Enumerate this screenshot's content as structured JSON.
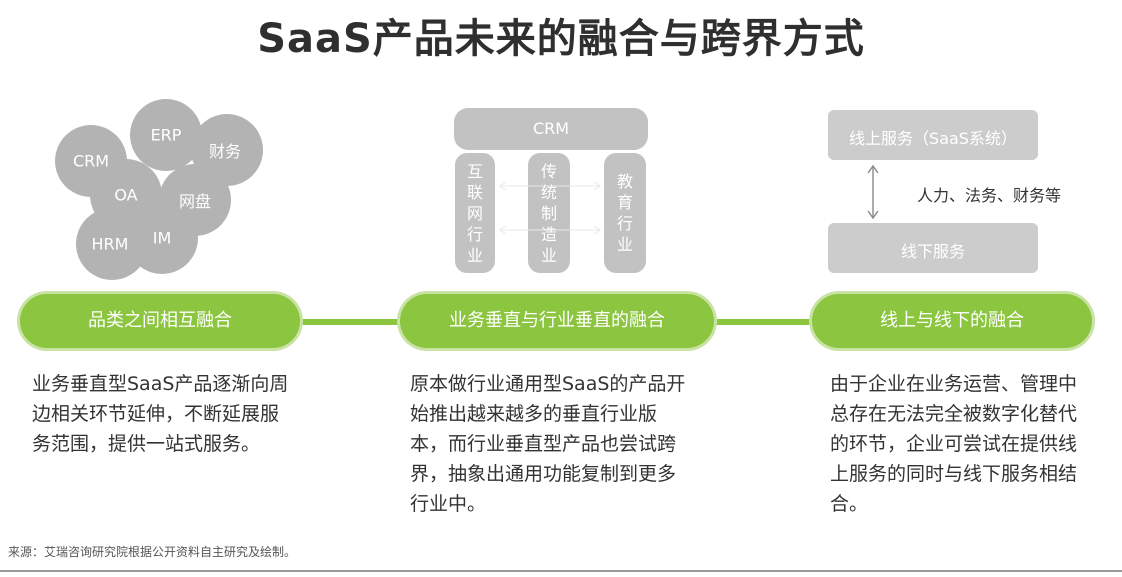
{
  "title": "SaaS产品未来的融合与跨界方式",
  "circles": [
    "CRM",
    "ERP",
    "财务",
    "OA",
    "网盘",
    "HRM",
    "IM"
  ],
  "industry": {
    "top_box": "CRM",
    "columns": [
      "互联网行业",
      "传统制造业",
      "教育行业"
    ]
  },
  "online_offline": {
    "online_box": "线上服务（SaaS系统）",
    "offline_box": "线下服务",
    "link_label": "人力、法务、财务等"
  },
  "pills": [
    "品类之间相互融合",
    "业务垂直与行业垂直的融合",
    "线上与线下的融合"
  ],
  "descriptions": [
    "业务垂直型SaaS产品逐渐向周边相关环节延伸，不断延展服务范围，提供一站式服务。",
    "原本做行业通用型SaaS的产品开始推出越来越多的垂直行业版本，而行业垂直型产品也尝试跨界，抽象出通用功能复制到更多行业中。",
    "由于企业在业务运营、管理中总存在无法完全被数字化替代的环节，企业可尝试在提供线上服务的同时与线下服务相结合。"
  ],
  "source": "来源：艾瑞咨询研究院根据公开资料自主研究及绘制。",
  "colors": {
    "green": "#8cc540",
    "green_glow": "#c9e3a4",
    "circle_gray": "#9e9e9e",
    "column_gray": "#c2c2c2",
    "box_gray": "#cccccc"
  }
}
